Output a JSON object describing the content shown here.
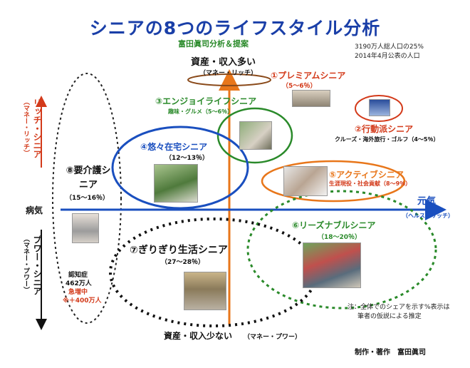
{
  "title": "シニアの8つのライフスタイル分析",
  "subtitle": "富田眞司分析＆提案",
  "note_top": {
    "line1": "3190万人総人口の25%",
    "line2": "2014年4月公表の人口"
  },
  "axes": {
    "top": "資産・収入多い",
    "top_sub": "（マネー・リッチ）",
    "bottom": "資産・収入少ない",
    "bottom_sub": "（マネー・プワー）",
    "left": "病気",
    "right": "元気",
    "right_sub": "（ヘルス・リッチ）"
  },
  "side_labels": {
    "rich": "リッチ・シニア",
    "rich_sub": "（マネー・リッチ）",
    "poor": "プワー・シニア",
    "poor_sub": "（マネー・プワー）"
  },
  "segments": [
    {
      "label": "①プレミアムシニア",
      "share": "（5～6％）"
    },
    {
      "label": "②行動派シニア",
      "share": "クルーズ・海外旅行・ゴルフ（4～5％）"
    },
    {
      "label": "③エンジョイライフシニア",
      "share": "趣味・グルメ（5～6％）"
    },
    {
      "label": "④悠々在宅シニア",
      "share": "（12～13％）"
    },
    {
      "label": "⑤アクティブシニア",
      "share": "生涯現役・社会貢献（8～9％）"
    },
    {
      "label": "⑥リーズナブルシニア",
      "share": "（18～20％）"
    },
    {
      "label": "⑦ぎりぎり生活シニア",
      "share": "（27～28％）"
    },
    {
      "label": "⑧要介護シニア",
      "share": "（15～16％）"
    }
  ],
  "dementia": {
    "line1": "認知症",
    "line2": "462万人",
    "line3": "急増中",
    "line4": "※＋400万人"
  },
  "footnote": {
    "line1": "注：全体でのシェアを示す%表示は",
    "line2": "筆者の仮説による推定"
  },
  "credit": "制作・著作　富田眞司",
  "colors": {
    "title": "#1a3fa8",
    "orange_axis": "#e8761a",
    "blue_axis": "#1a4fbf",
    "green": "#2a8a2a",
    "red": "#d33a1a",
    "black": "#111111",
    "brown": "#8a4a1a"
  }
}
